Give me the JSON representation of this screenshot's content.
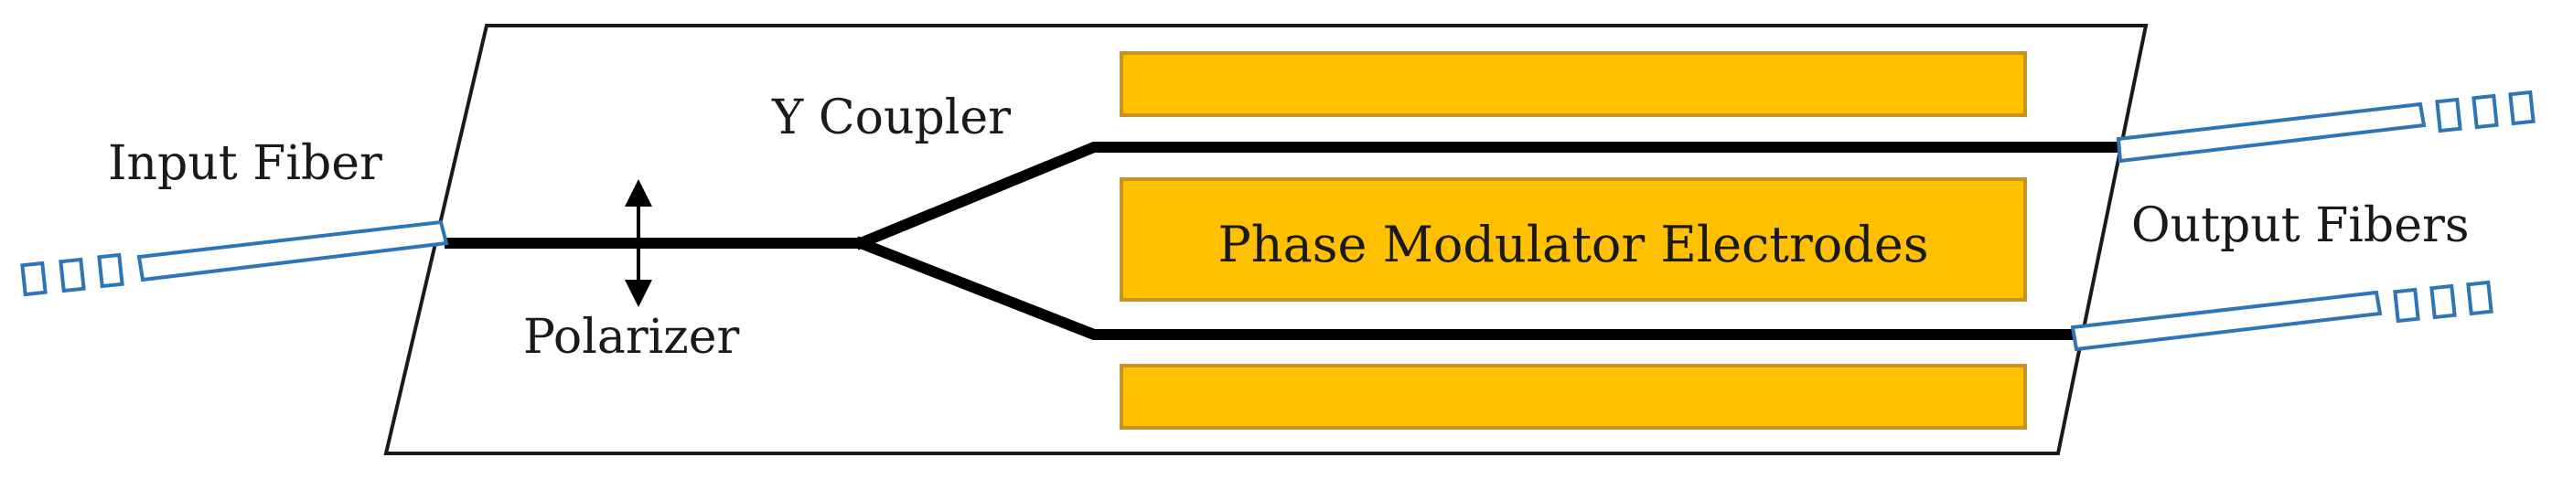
{
  "labels": {
    "input_fiber": "Input Fiber",
    "y_coupler": "Y Coupler",
    "polarizer": "Polarizer",
    "electrodes": "Phase Modulator Electrodes",
    "output_fibers": "Output Fibers"
  },
  "colors": {
    "electrode_fill": "#ffc000",
    "electrode_border": "#c8922a",
    "fiber": "#2e75b6",
    "waveguide": "#000000",
    "chip_outline": "#1a1a1a"
  }
}
